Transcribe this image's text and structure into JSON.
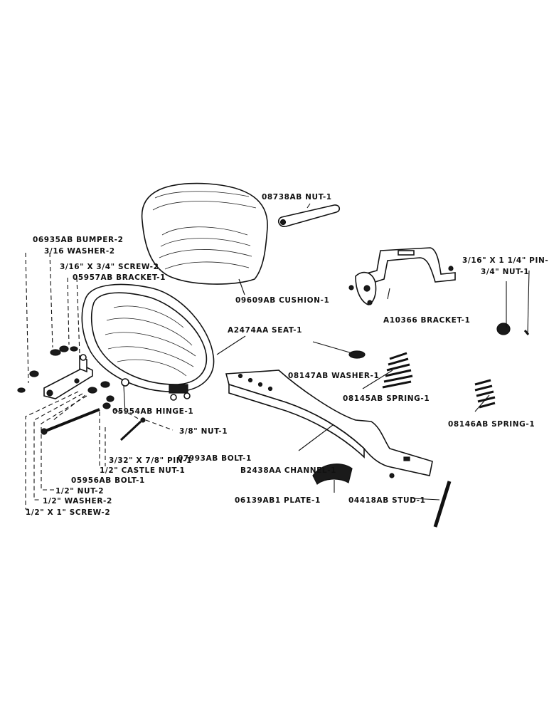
{
  "labels": {
    "nut_08738": "08738AB NUT-1",
    "bumper": "06935AB BUMPER-2",
    "washer_316": "3/16 WASHER-2",
    "screw_316": "3/16\" X 3/4\" SCREW-2",
    "bracket_05957": "05957AB BRACKET-1",
    "cushion": "09609AB CUSHION-1",
    "pin_316x114": "3/16\" X 1 1/4\" PIN-1",
    "nut_34": "3/4\" NUT-1",
    "seat": "A2474AA SEAT-1",
    "bracket_a10366": "A10366 BRACKET-1",
    "washer_08147": "08147AB WASHER-1",
    "spring_08145": "08145AB SPRING-1",
    "hinge": "05954AB HINGE-1",
    "spring_08146": "08146AB SPRING-1",
    "nut_38": "3/8\" NUT-1",
    "pin_332": "3/32\" X 7/8\" PIN-1",
    "bolt_07993": "07993AB BOLT-1",
    "castle_nut": "1/2\" CASTLE NUT-1",
    "channel": "B2438AA CHANNEL-1",
    "bolt_05956": "05956AB BOLT-1",
    "nut_12": "1/2\" NUT-2",
    "plate": "06139AB1 PLATE-1",
    "stud": "04418AB STUD-1",
    "washer_12": "1/2\" WASHER-2",
    "screw_12x1": "1/2\" X 1\" SCREW-2"
  }
}
